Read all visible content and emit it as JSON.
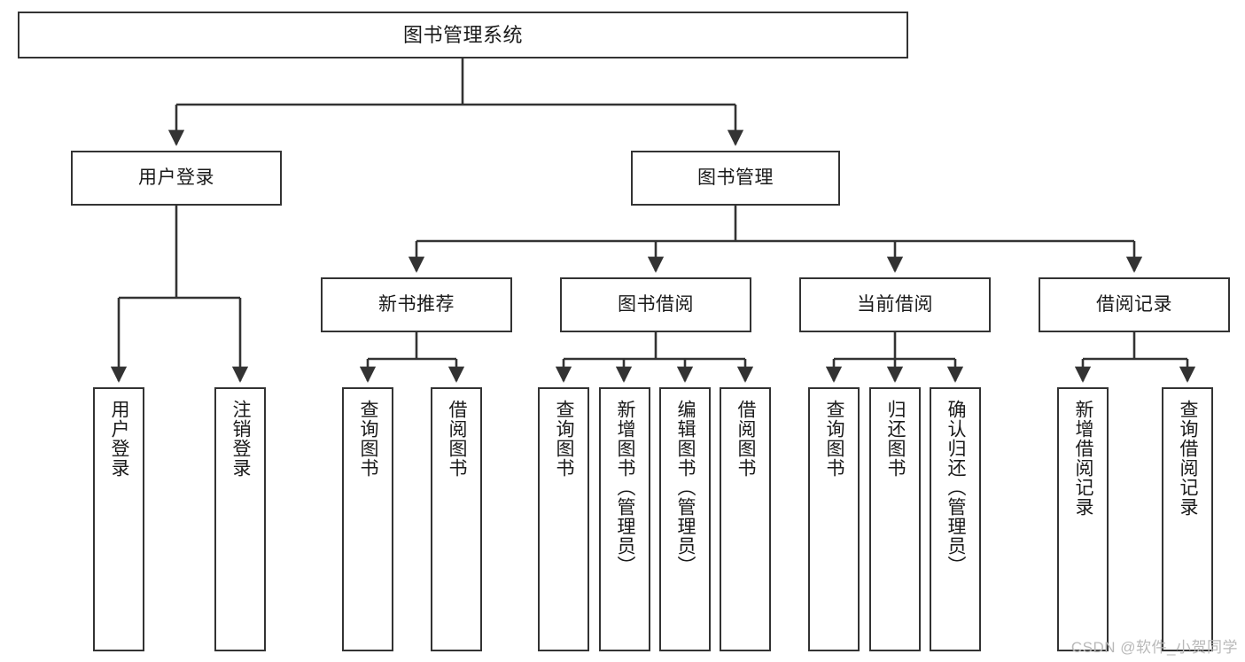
{
  "diagram": {
    "title": "图书管理系统",
    "type": "tree",
    "orientation": "top-down",
    "colors": {
      "node_border": "#333333",
      "node_fill": "#ffffff",
      "connector": "#333333",
      "text": "#1a1a1a",
      "watermark": "#b9b9b9",
      "background": "#ffffff"
    },
    "watermark": "CSDN @软件_小贺同学",
    "nodes": {
      "root": {
        "label": "图书管理系统"
      },
      "level2": [
        {
          "id": "user-login",
          "label": "用户登录"
        },
        {
          "id": "book-manage",
          "label": "图书管理"
        }
      ],
      "level3": [
        {
          "id": "new-book-recommend",
          "label": "新书推荐"
        },
        {
          "id": "book-borrow",
          "label": "图书借阅"
        },
        {
          "id": "current-borrow",
          "label": "当前借阅"
        },
        {
          "id": "borrow-record",
          "label": "借阅记录"
        }
      ],
      "leaves": {
        "user-login": [
          {
            "id": "leaf-user-login",
            "label": "用户登录"
          },
          {
            "id": "leaf-logout",
            "label": "注销登录"
          }
        ],
        "new-book-recommend": [
          {
            "id": "leaf-query-book-1",
            "label": "查询图书"
          },
          {
            "id": "leaf-borrow-book-1",
            "label": "借阅图书"
          }
        ],
        "book-borrow": [
          {
            "id": "leaf-query-book-2",
            "label": "查询图书"
          },
          {
            "id": "leaf-add-book",
            "label": "新增图书（管理员）"
          },
          {
            "id": "leaf-edit-book",
            "label": "编辑图书（管理员）"
          },
          {
            "id": "leaf-borrow-book-2",
            "label": "借阅图书"
          }
        ],
        "current-borrow": [
          {
            "id": "leaf-query-book-3",
            "label": "查询图书"
          },
          {
            "id": "leaf-return-book",
            "label": "归还图书"
          },
          {
            "id": "leaf-confirm-return",
            "label": "确认归还（管理员）"
          }
        ],
        "borrow-record": [
          {
            "id": "leaf-add-record",
            "label": "新增借阅记录"
          },
          {
            "id": "leaf-query-record",
            "label": "查询借阅记录"
          }
        ]
      }
    },
    "edges": [
      {
        "from": "图书管理系统",
        "to": "用户登录"
      },
      {
        "from": "图书管理系统",
        "to": "图书管理"
      },
      {
        "from": "用户登录",
        "to": "用户登录"
      },
      {
        "from": "用户登录",
        "to": "注销登录"
      },
      {
        "from": "图书管理",
        "to": "新书推荐"
      },
      {
        "from": "图书管理",
        "to": "图书借阅"
      },
      {
        "from": "图书管理",
        "to": "当前借阅"
      },
      {
        "from": "图书管理",
        "to": "借阅记录"
      },
      {
        "from": "新书推荐",
        "to": "查询图书"
      },
      {
        "from": "新书推荐",
        "to": "借阅图书"
      },
      {
        "from": "图书借阅",
        "to": "查询图书"
      },
      {
        "from": "图书借阅",
        "to": "新增图书（管理员）"
      },
      {
        "from": "图书借阅",
        "to": "编辑图书（管理员）"
      },
      {
        "from": "图书借阅",
        "to": "借阅图书"
      },
      {
        "from": "当前借阅",
        "to": "查询图书"
      },
      {
        "from": "当前借阅",
        "to": "归还图书"
      },
      {
        "from": "当前借阅",
        "to": "确认归还（管理员）"
      },
      {
        "from": "借阅记录",
        "to": "新增借阅记录"
      },
      {
        "from": "借阅记录",
        "to": "查询借阅记录"
      }
    ]
  }
}
